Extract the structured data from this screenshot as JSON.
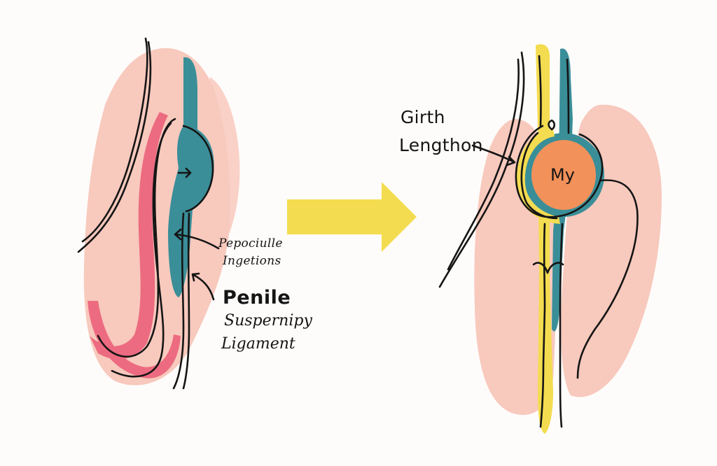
{
  "left_labels": {
    "line1": "Pepociulle",
    "line2": "Ingetions",
    "line3": "Penile",
    "line4": "Suspernipy",
    "line5": "Ligament"
  },
  "right_labels": {
    "line1": "Girth",
    "line2": "Lengthon",
    "inner": "My"
  },
  "colors": {
    "skin": "#f8c9bd",
    "teal": "#3a8e98",
    "pink": "#ec6b80",
    "yellow": "#f4dc50",
    "orange": "#f2915a",
    "ink": "#151515"
  }
}
